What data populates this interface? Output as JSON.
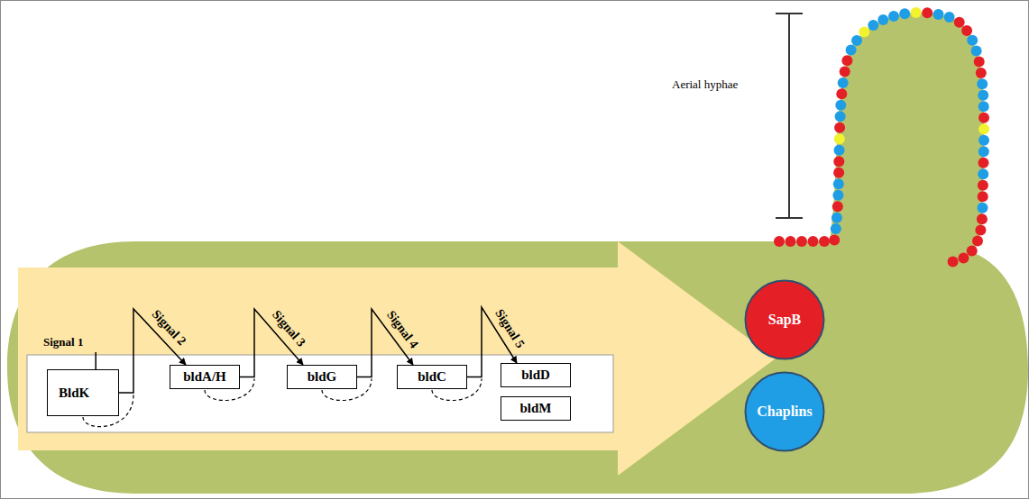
{
  "diagram": {
    "nodes": [
      {
        "text": [
          "BldK"
        ]
      },
      {
        "text": [
          "bldA/H"
        ]
      },
      {
        "text": [
          "bldG"
        ]
      },
      {
        "text": [
          "bldC"
        ]
      },
      {
        "text": [
          "bldD"
        ]
      },
      {
        "text": [
          "bldM"
        ]
      },
      {
        "text": [
          "SapB"
        ]
      },
      {
        "text": [
          "Chaplins"
        ]
      }
    ],
    "edges": [
      {
        "from": 0,
        "to": 1,
        "arrow": "to",
        "label": "Signal 2"
      },
      {
        "from": 1,
        "to": 2,
        "arrow": "to",
        "label": "Signal 3"
      },
      {
        "from": 2,
        "to": 3,
        "arrow": "to",
        "label": "Signal 4"
      },
      {
        "from": 3,
        "to": 4,
        "arrow": "to",
        "label": "Signal 5"
      }
    ],
    "labels": [
      "Signal 1",
      "Aerial hyphae"
    ]
  }
}
